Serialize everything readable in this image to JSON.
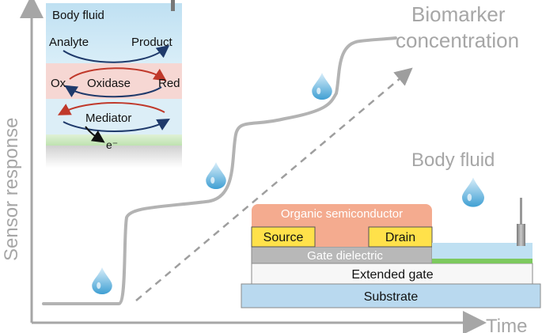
{
  "axes": {
    "y_label": "Sensor response",
    "x_label": "Time"
  },
  "curve_label_line1": "Biomarker",
  "curve_label_line2": "concentration",
  "inset": {
    "title": "Body fluid",
    "analyte": "Analyte",
    "product": "Product",
    "ox": "Ox",
    "oxidase": "Oxidase",
    "red": "Red",
    "mediator": "Mediator",
    "electron": "e⁻"
  },
  "device": {
    "body_fluid_label": "Body fluid",
    "organic_semiconductor": "Organic semiconductor",
    "source": "Source",
    "drain": "Drain",
    "gate_dielectric": "Gate dielectric",
    "extended_gate": "Extended gate",
    "substrate": "Substrate"
  },
  "colors": {
    "axis_gray": "#a6a6a6",
    "curve_gray": "#b3b3b3",
    "fluid_blue": "#bfe0f2",
    "oxidase_pink": "#f6d7d3",
    "mediator_blue": "#dceef7",
    "electrode_green": "#cfe9c4",
    "semiconductor_salmon": "#f4ab8f",
    "electrode_yellow": "#ffe14a",
    "dielectric_gray": "#b8b8b8",
    "substrate_blue": "#b9d9ef",
    "arrow_navy": "#1f3a6b",
    "arrow_red": "#c0392b",
    "green_strip": "#7dc95e"
  }
}
